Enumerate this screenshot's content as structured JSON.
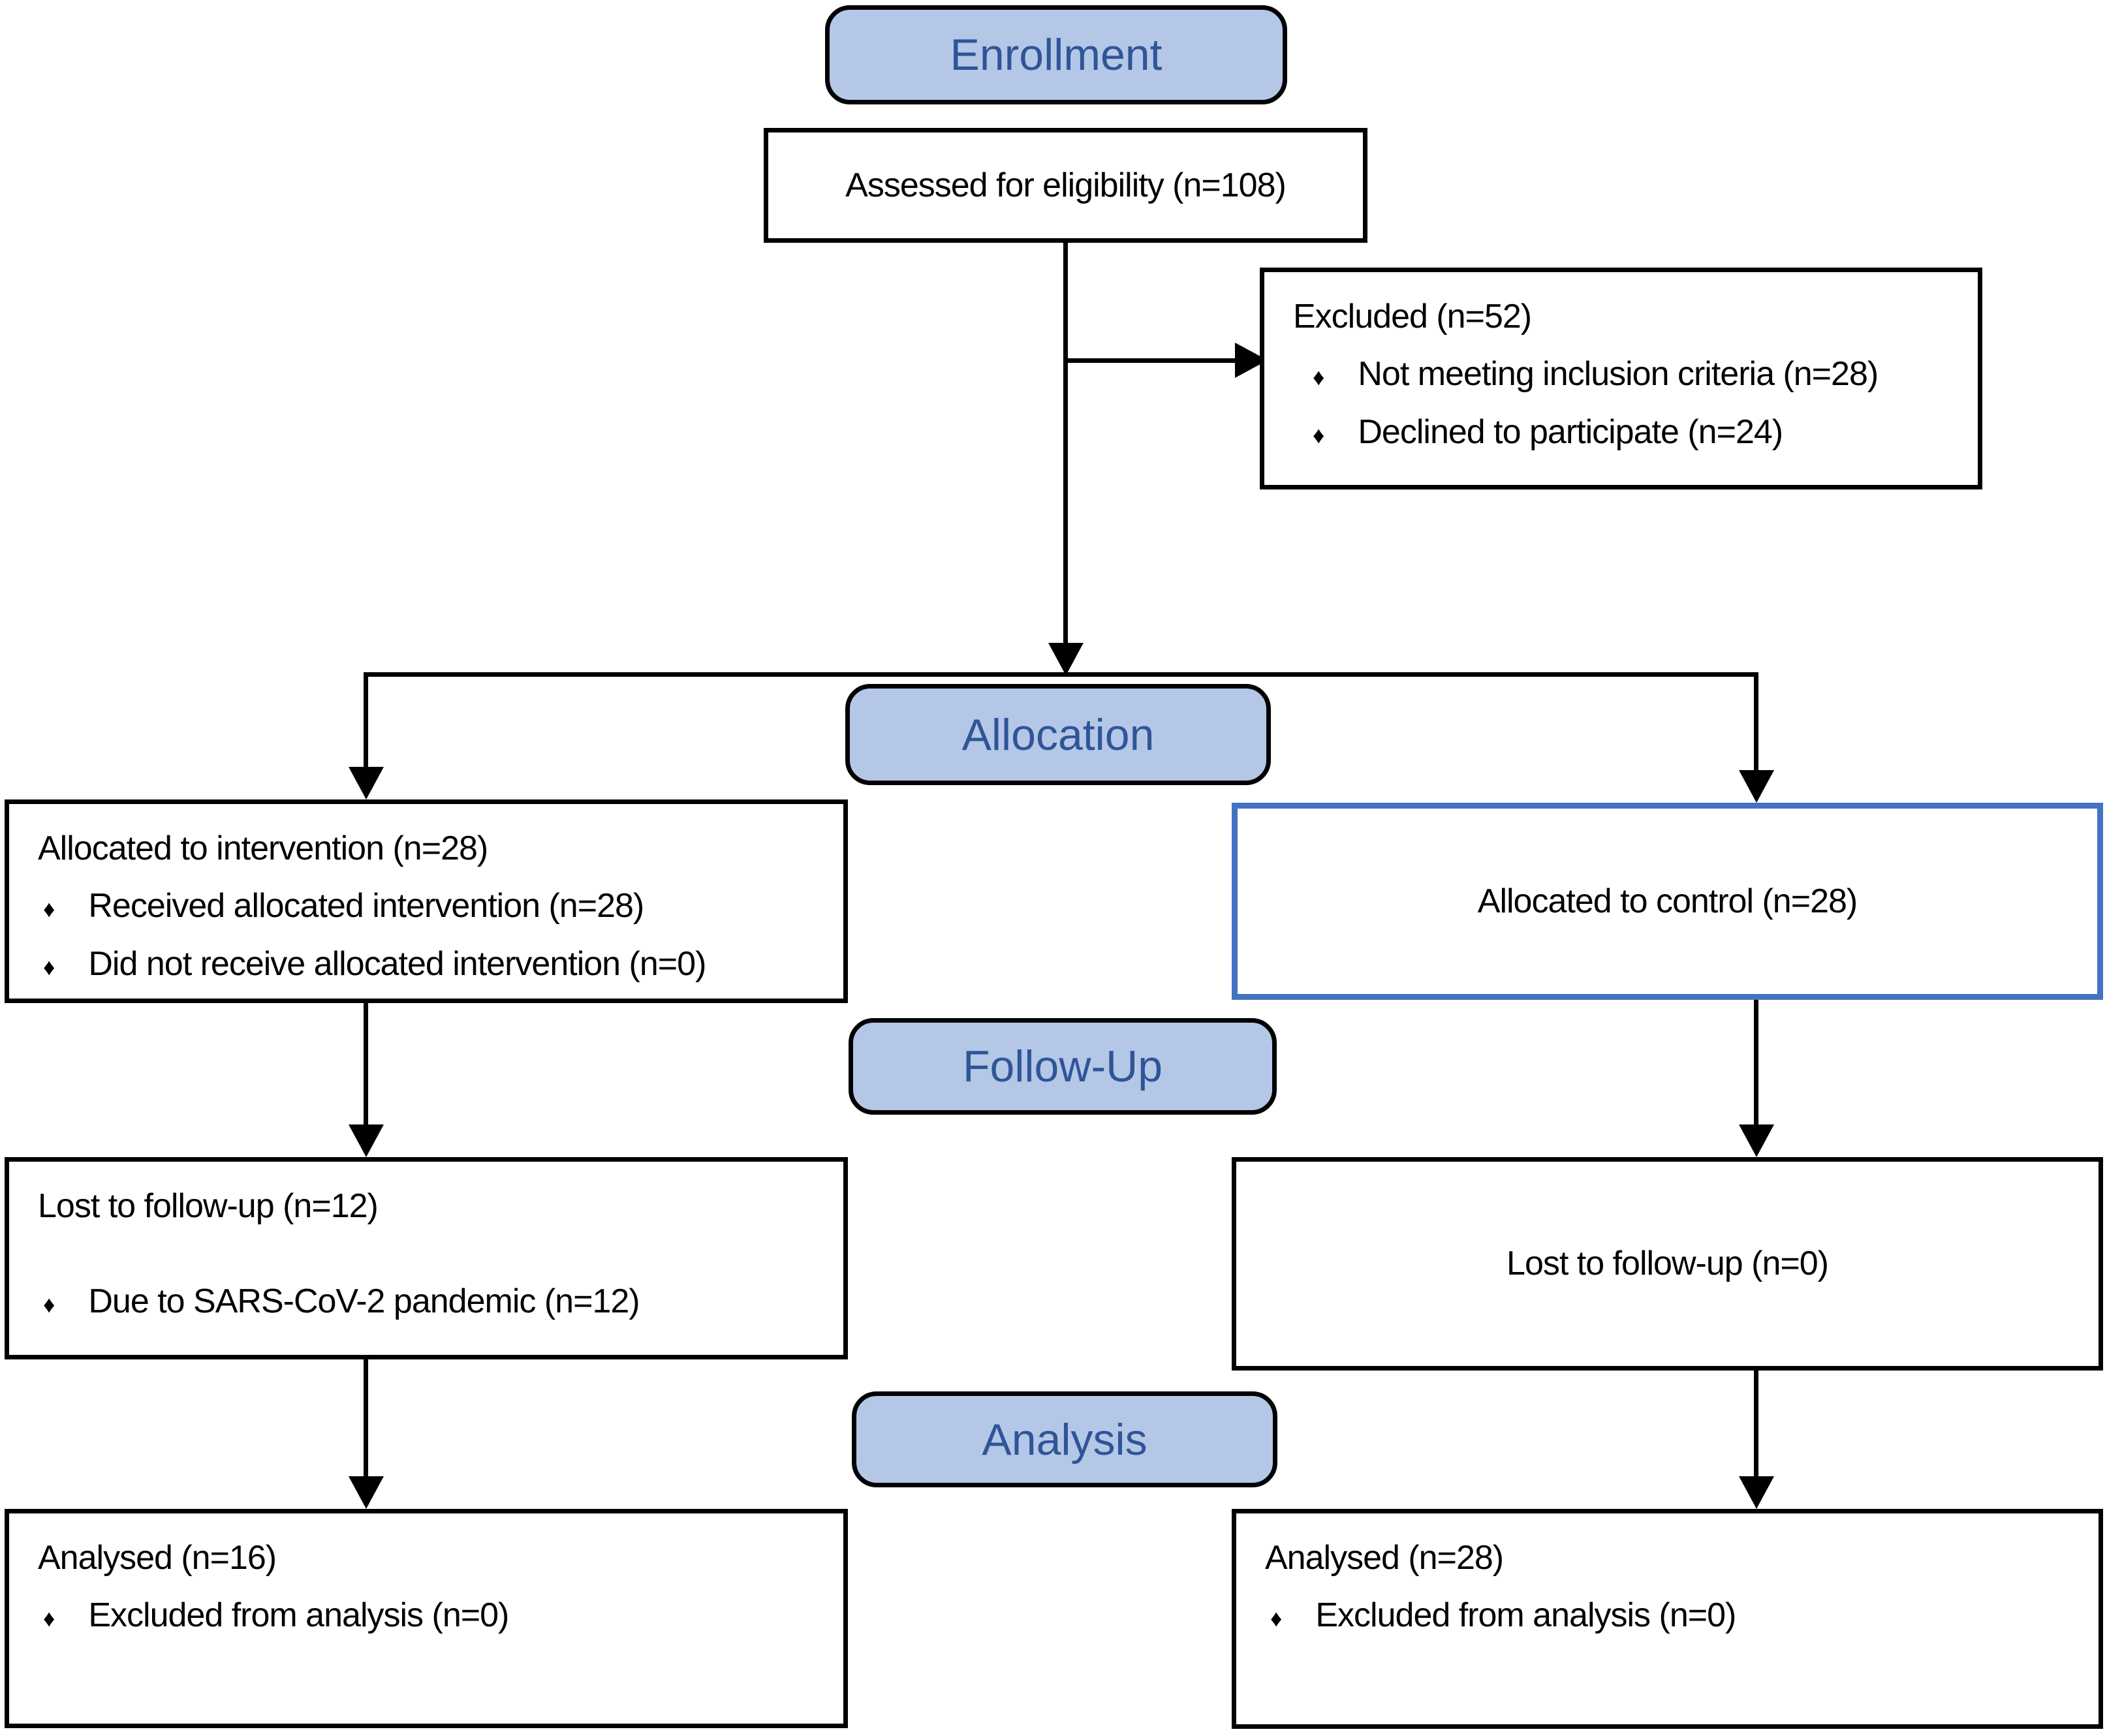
{
  "bullet_char": "♦",
  "colors": {
    "header_fill": "#b4c7e7",
    "header_text": "#2f5597",
    "control_border": "#4472c4",
    "line": "#000000"
  },
  "headers": {
    "enrollment": "Enrollment",
    "allocation": "Allocation",
    "followup": "Follow-Up",
    "analysis": "Analysis"
  },
  "boxes": {
    "assessed": {
      "title": "Assessed for eligibility (n=108)"
    },
    "excluded": {
      "title": "Excluded (n=52)",
      "items": [
        "Not meeting inclusion criteria (n=28)",
        "Declined to participate (n=24)"
      ]
    },
    "allocated_intervention": {
      "title": "Allocated to intervention (n=28)",
      "items": [
        "Received allocated intervention (n=28)",
        "Did not receive allocated intervention (n=0)"
      ]
    },
    "allocated_control": {
      "title": "Allocated to control (n=28)"
    },
    "lost_intervention": {
      "title": "Lost to follow-up (n=12)",
      "items": [
        "Due to SARS-CoV-2 pandemic (n=12)"
      ]
    },
    "lost_control": {
      "title": "Lost to follow-up (n=0)"
    },
    "analysed_intervention": {
      "title": "Analysed (n=16)",
      "items": [
        "Excluded from analysis (n=0)"
      ]
    },
    "analysed_control": {
      "title": "Analysed (n=28)",
      "items": [
        "Excluded from analysis (n=0)"
      ]
    }
  }
}
